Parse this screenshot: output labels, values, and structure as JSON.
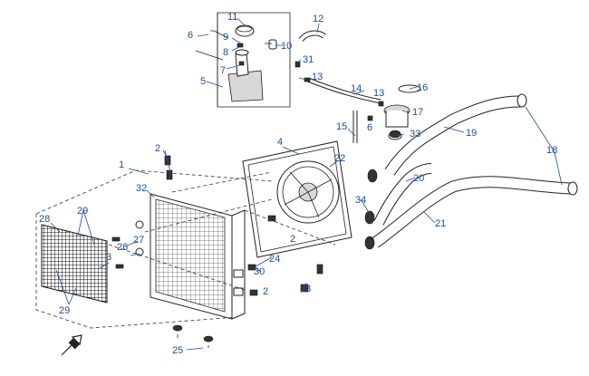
{
  "callouts": [
    "1",
    "2",
    "3",
    "4",
    "5",
    "6",
    "7",
    "8",
    "9",
    "10",
    "11",
    "12",
    "13",
    "14",
    "15",
    "16",
    "17",
    "18",
    "19",
    "20",
    "21",
    "22",
    "23",
    "24",
    "25",
    "26",
    "27",
    "28",
    "29",
    "30",
    "31",
    "32",
    "33",
    "34"
  ],
  "colors": {
    "callout": "#1a4f9c",
    "line": "#222222",
    "background": "#ffffff"
  },
  "direction_icon": "front-direction-arrow-icon"
}
